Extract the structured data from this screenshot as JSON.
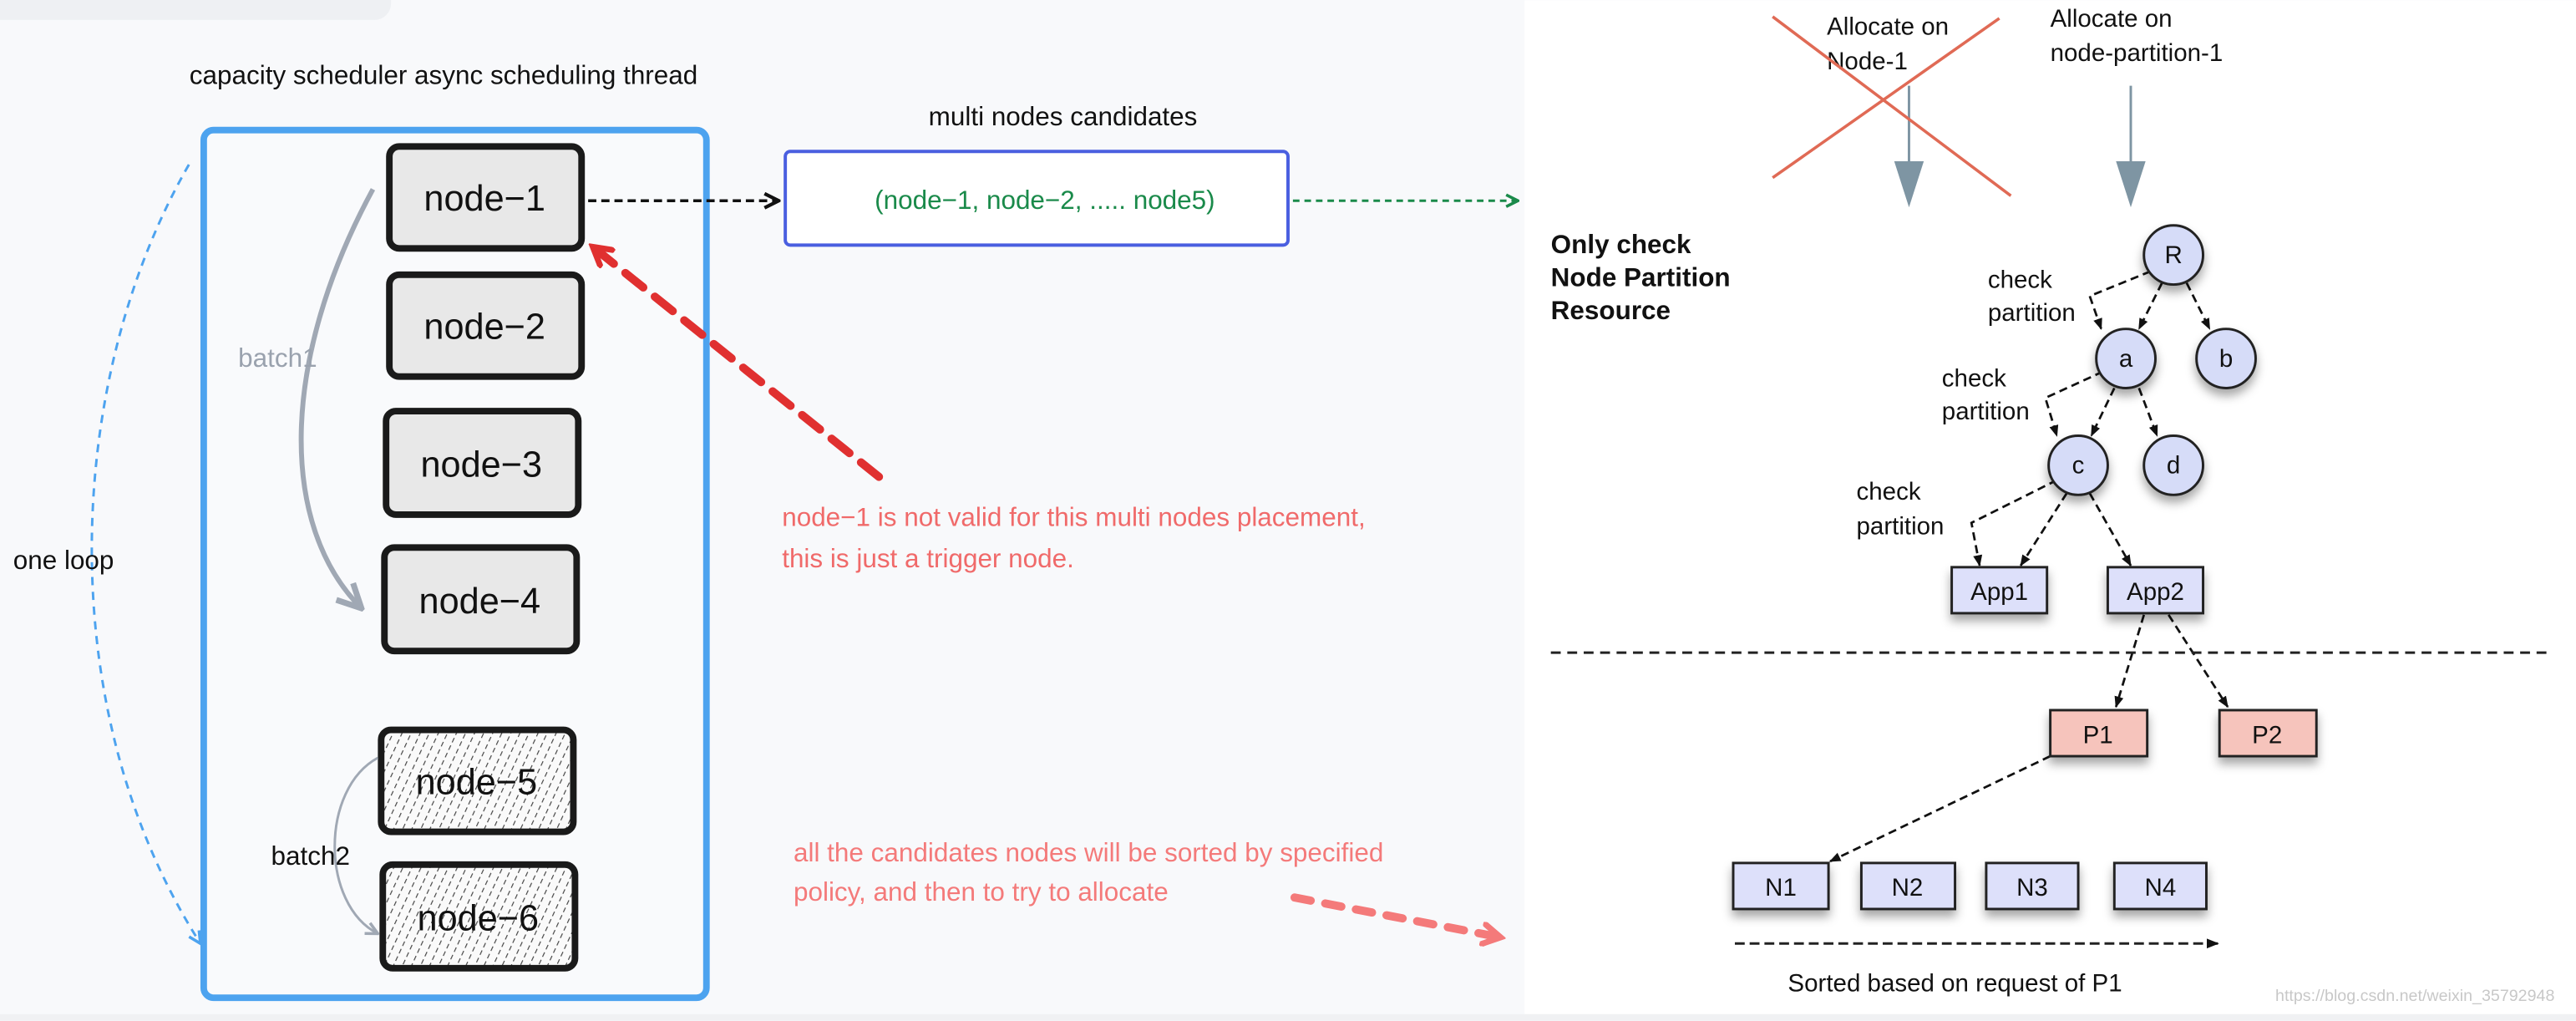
{
  "left": {
    "title": "capacity scheduler async scheduling thread",
    "nodes": [
      "node−1",
      "node−2",
      "node−3",
      "node−4",
      "node−5",
      "node−6"
    ],
    "batch1_label": "batch1",
    "batch2_label": "batch2",
    "loop_label": "one loop",
    "candidates_label": "multi nodes candidates",
    "candidates_value": "(node−1, node−2, ..... node5)",
    "note1_line1": "node−1 is not valid for this multi nodes placement,",
    "note1_line2": "this is just a trigger node.",
    "note2_line1": "all the candidates nodes will be sorted by specified",
    "note2_line2": "policy, and then to try to allocate"
  },
  "right": {
    "crossed_line1": "Allocate on",
    "crossed_line2": "Node-1",
    "alloc_line1": "Allocate on",
    "alloc_line2": "node-partition-1",
    "heading_line1": "Only check",
    "heading_line2": "Node Partition",
    "heading_line3": "Resource",
    "queues": [
      "R",
      "a",
      "b",
      "c",
      "d"
    ],
    "check_line1": "check",
    "check_line2": "partition",
    "apps": [
      "App1",
      "App2"
    ],
    "requests": [
      "P1",
      "P2"
    ],
    "sorted_nodes": [
      "N1",
      "N2",
      "N3",
      "N4"
    ],
    "sorted_caption": "Sorted based on request of P1",
    "watermark": "https://blog.csdn.net/weixin_35792948"
  },
  "colors": {
    "container_border": "#4da3ef",
    "candidates_border": "#4a5fe0",
    "candidates_text": "#1a8a4a",
    "note_text": "#f06a6a",
    "red_arrow": "#e03030",
    "queue_fill": "#d6dcf8",
    "request_fill": "#f6c4bc"
  }
}
